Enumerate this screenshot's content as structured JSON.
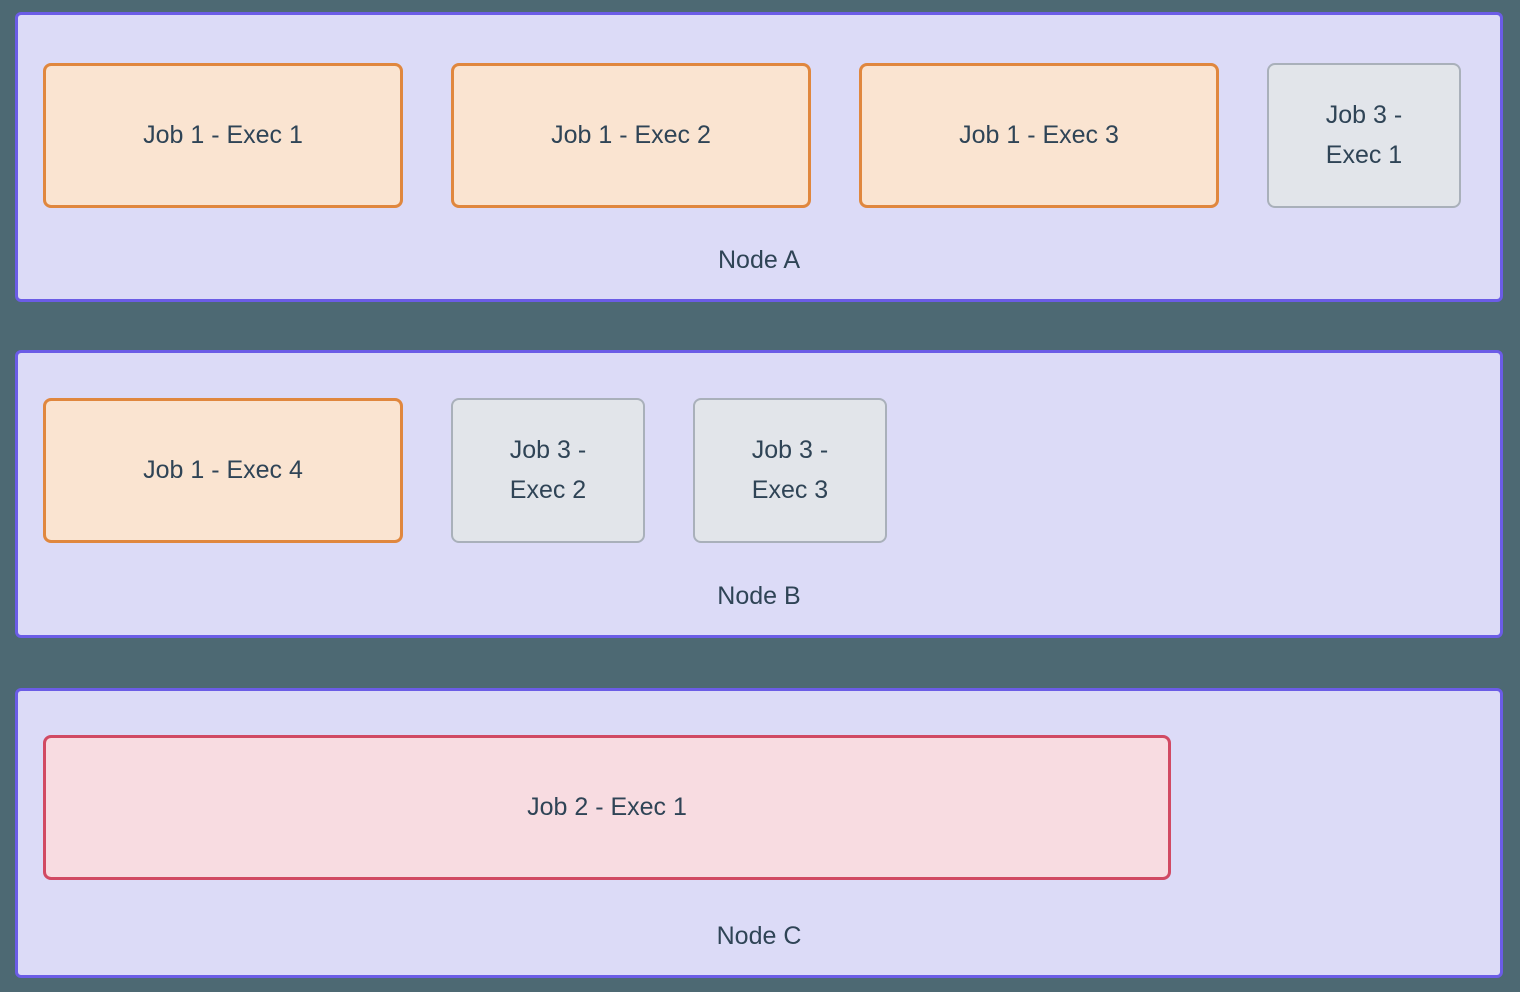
{
  "colors": {
    "page-bg": "#4d6973",
    "node-fill": "#dcdbf7",
    "node-border": "#6b5ce6",
    "job1-fill": "#fae4d1",
    "job1-border": "#e0873e",
    "job2-fill": "#f8dce1",
    "job2-border": "#d14a63",
    "job3-fill": "#e2e5ea",
    "job3-border": "#a9b0ba",
    "text-color": "#2f4456"
  },
  "nodes": [
    {
      "label": "Node A",
      "executors": [
        {
          "label": "Job 1 - Exec 1",
          "job": "job1"
        },
        {
          "label": "Job 1 - Exec 2",
          "job": "job1"
        },
        {
          "label": "Job 1 - Exec 3",
          "job": "job1"
        },
        {
          "label": "Job  3 -\nExec 1",
          "job": "job3"
        }
      ]
    },
    {
      "label": "Node B",
      "executors": [
        {
          "label": "Job 1 - Exec 4",
          "job": "job1"
        },
        {
          "label": "Job 3 -\nExec 2",
          "job": "job3"
        },
        {
          "label": "Job  3 -\nExec 3",
          "job": "job3"
        }
      ]
    },
    {
      "label": "Node C",
      "executors": [
        {
          "label": "Job 2 - Exec 1",
          "job": "job2"
        }
      ]
    }
  ]
}
